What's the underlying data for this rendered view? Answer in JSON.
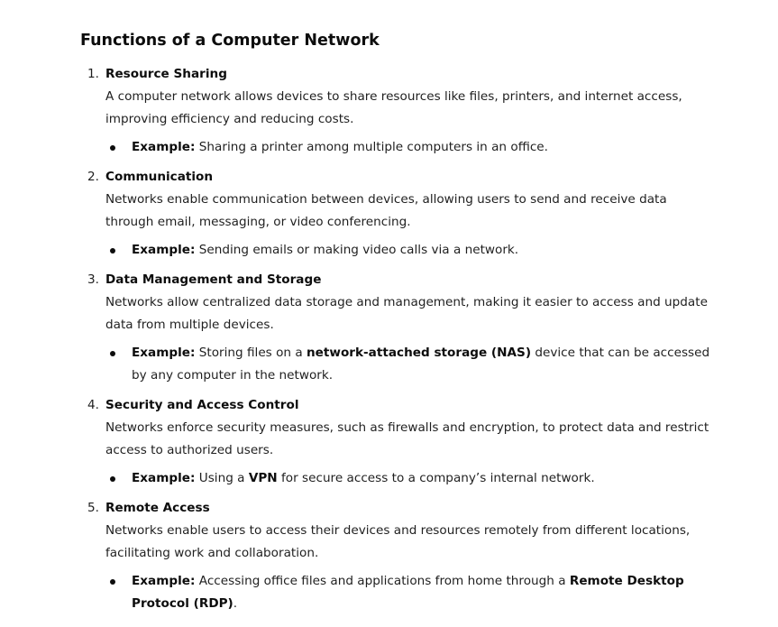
{
  "document": {
    "title": "Functions of a Computer Network",
    "example_label": "Example:",
    "items": [
      {
        "number": "1.",
        "heading": "Resource Sharing",
        "description": "A computer network allows devices to share resources like files, printers, and internet access, improving efficiency and reducing costs.",
        "example": {
          "pre": " Sharing a printer among multiple computers in an office.",
          "strong": "",
          "post": ""
        }
      },
      {
        "number": "2.",
        "heading": "Communication",
        "description": "Networks enable communication between devices, allowing users to send and receive data through email, messaging, or video conferencing.",
        "example": {
          "pre": " Sending emails or making video calls via a network.",
          "strong": "",
          "post": ""
        }
      },
      {
        "number": "3.",
        "heading": "Data Management and Storage",
        "description": "Networks allow centralized data storage and management, making it easier to access and update data from multiple devices.",
        "example": {
          "pre": " Storing files on a ",
          "strong": "network-attached storage (NAS)",
          "post": " device that can be accessed by any computer in the network."
        }
      },
      {
        "number": "4.",
        "heading": "Security and Access Control",
        "description": "Networks enforce security measures, such as firewalls and encryption, to protect data and restrict access to authorized users.",
        "example": {
          "pre": " Using a ",
          "strong": "VPN",
          "post": " for secure access to a company’s internal network."
        }
      },
      {
        "number": "5.",
        "heading": "Remote Access",
        "description": "Networks enable users to access their devices and resources remotely from different locations, facilitating work and collaboration.",
        "example": {
          "pre": " Accessing office files and applications from home through a ",
          "strong": "Remote Desktop Protocol (RDP)",
          "post": "."
        }
      }
    ]
  }
}
